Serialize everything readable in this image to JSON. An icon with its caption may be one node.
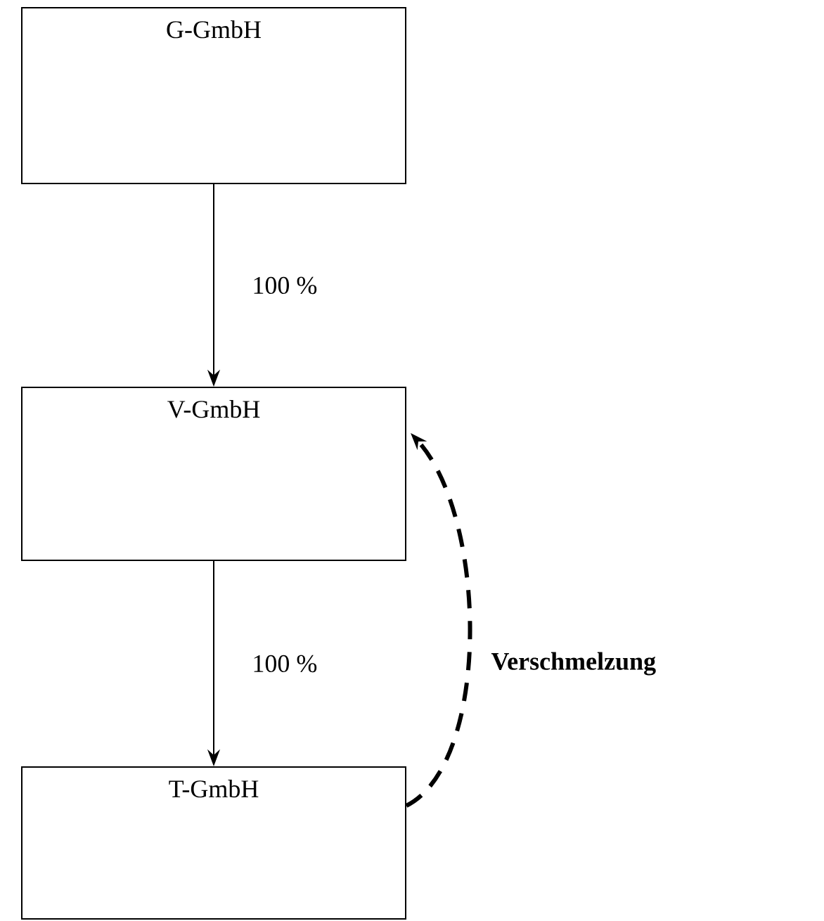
{
  "diagram": {
    "nodes": [
      {
        "text": [
          "G-GmbH"
        ]
      },
      {
        "text": [
          "V-GmbH"
        ]
      },
      {
        "text": [
          "T-GmbH"
        ]
      }
    ],
    "edges": [
      {
        "from": 0,
        "to": 1,
        "arrow": "to",
        "label": "100 %"
      },
      {
        "from": 1,
        "to": 2,
        "arrow": "to",
        "label": "100 %"
      },
      {
        "from": 2,
        "to": 1,
        "arrow": "to",
        "label": "Verschmelzung",
        "style": "dashed"
      }
    ]
  }
}
